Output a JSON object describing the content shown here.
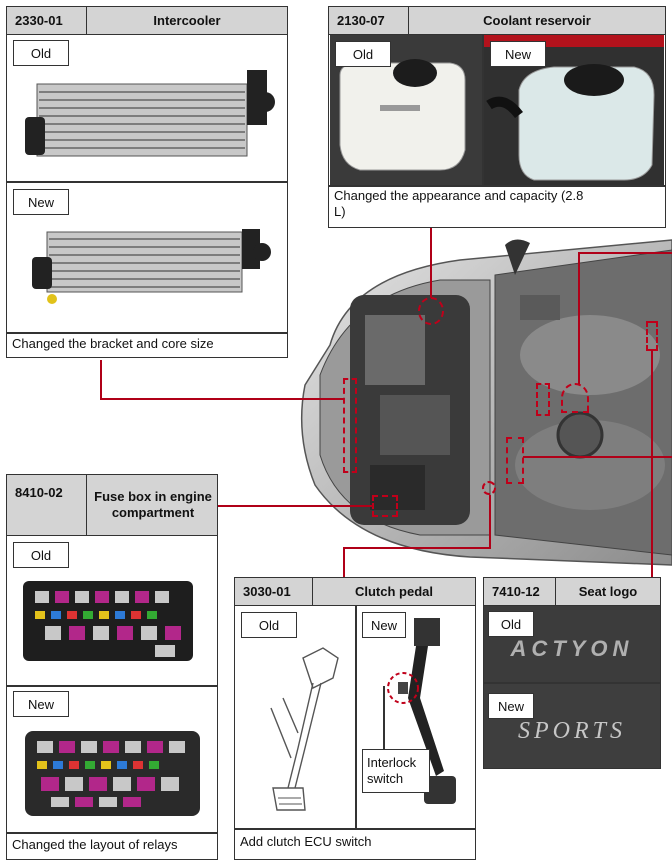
{
  "intercooler": {
    "code": "2330-01",
    "title": "Intercooler",
    "old_label": "Old",
    "new_label": "New",
    "note": "Changed the bracket and core size"
  },
  "coolant": {
    "code": "2130-07",
    "title": "Coolant reservoir",
    "old_label": "Old",
    "new_label": "New",
    "note": "Changed the appearance and capacity (2.8 L)"
  },
  "fusebox": {
    "code": "8410-02",
    "title": "Fuse box in engine compartment",
    "old_label": "Old",
    "new_label": "New",
    "note": "Changed the layout of relays"
  },
  "clutch": {
    "code": "3030-01",
    "title": "Clutch pedal",
    "old_label": "Old",
    "new_label": "New",
    "callout": "Interlock switch",
    "note": "Add clutch ECU switch"
  },
  "seatlogo": {
    "code": "7410-12",
    "title": "Seat logo",
    "old_label": "Old",
    "new_label": "New",
    "old_text": "ACTYON",
    "new_text": "SPORTS"
  },
  "colors": {
    "accent": "#b00018",
    "header": "#d4d4d4"
  }
}
